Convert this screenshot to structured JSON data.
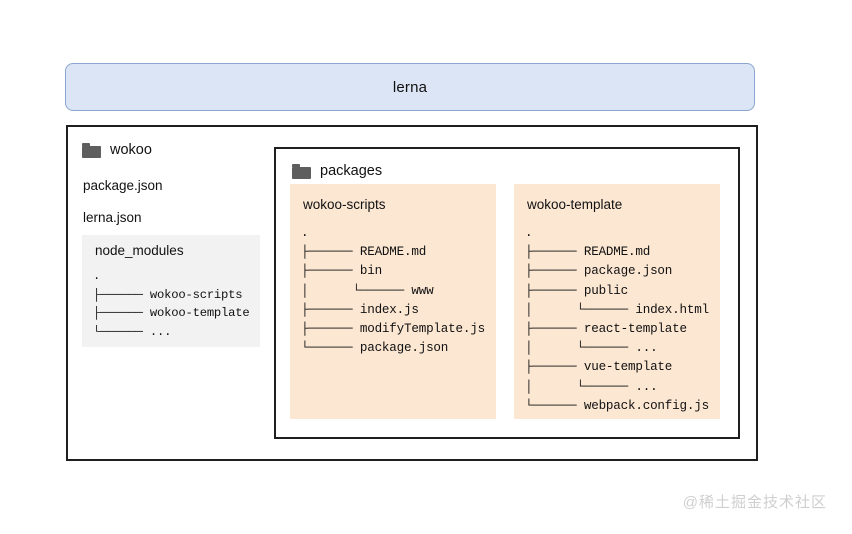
{
  "diagram": {
    "title_box": {
      "label": "lerna",
      "fill": "#dce5f5",
      "border": "#8ba6cf"
    },
    "root": {
      "folder_icon": "folder-icon",
      "name": "wokoo",
      "files": [
        {
          "name": "package.json"
        },
        {
          "name": "lerna.json"
        }
      ],
      "node_modules": {
        "title": "node_modules",
        "fill": "#f2f2f2",
        "tree": ".\n├────── wokoo-scripts\n├────── wokoo-template\n└────── ..."
      }
    },
    "packages": {
      "folder_icon": "folder-icon",
      "name": "packages",
      "panels": [
        {
          "title": "wokoo-scripts",
          "fill": "#fce7d3",
          "tree": ".\n├────── README.md\n├────── bin\n│      └────── www\n├────── index.js\n├────── modifyTemplate.js\n└────── package.json"
        },
        {
          "title": "wokoo-template",
          "fill": "#fce7d3",
          "tree": ".\n├────── README.md\n├────── package.json\n├────── public\n│      └────── index.html\n├────── react-template\n│      └────── ...\n├────── vue-template\n│      └────── ...\n└────── webpack.config.js"
        }
      ]
    }
  },
  "watermark": {
    "text": "@稀土掘金技术社区"
  }
}
